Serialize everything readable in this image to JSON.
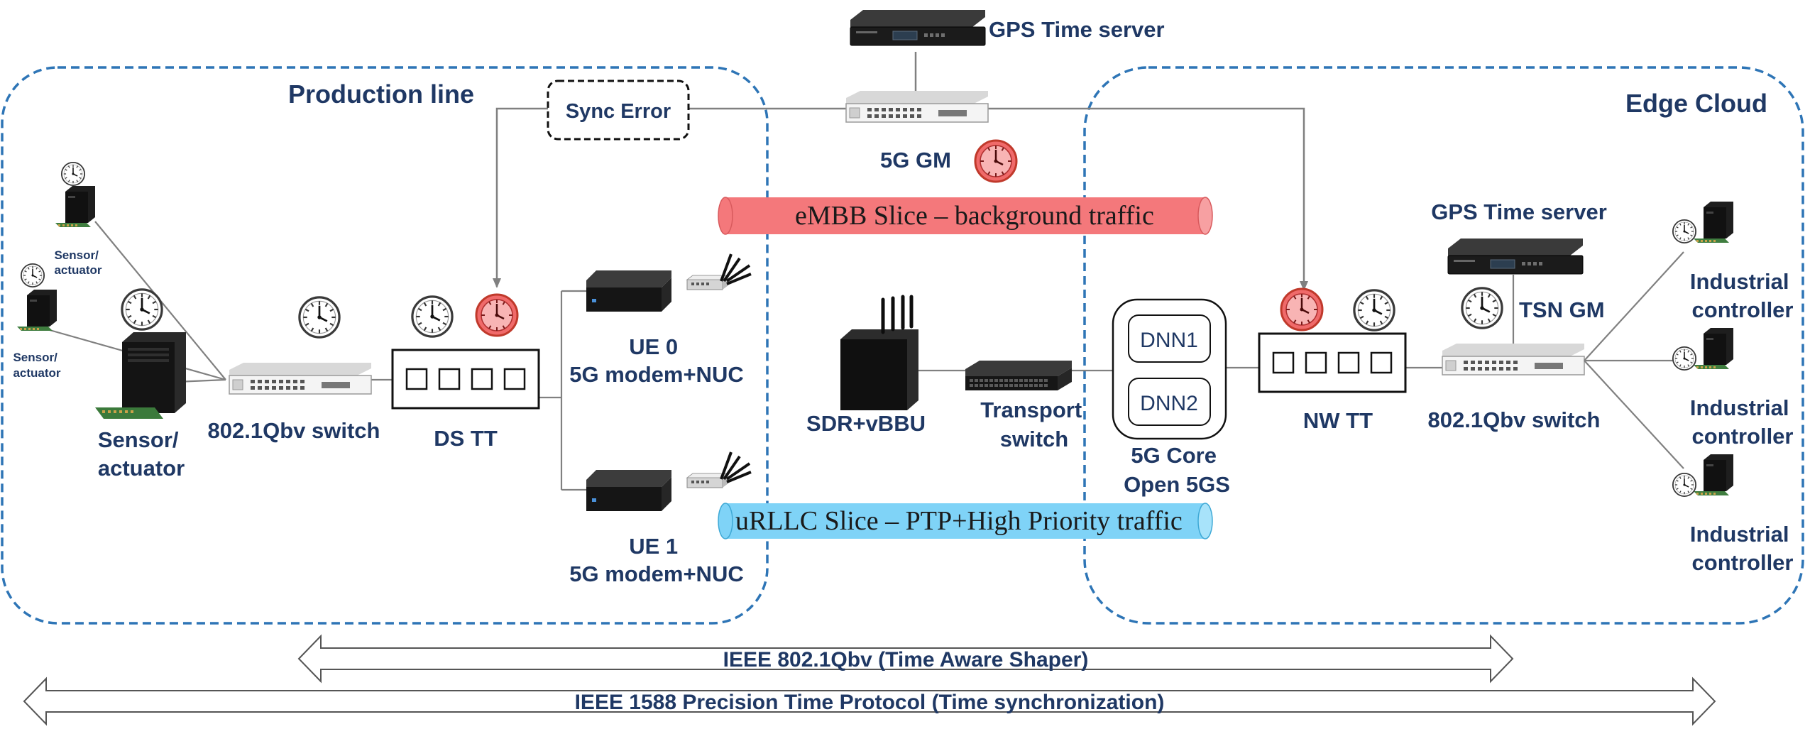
{
  "zones": {
    "production_line": "Production line",
    "edge_cloud": "Edge Cloud"
  },
  "sync_error": "Sync Error",
  "gps_server_top": "GPS Time server",
  "gps_server_right": "GPS Time server",
  "gm_5g": "5G GM",
  "tsn_gm": "TSN GM",
  "slices": {
    "embb": "eMBB Slice – background traffic",
    "urllc": "uRLLC Slice – PTP+High Priority traffic"
  },
  "production": {
    "sensor_small_1": [
      "Sensor/",
      "actuator"
    ],
    "sensor_small_2": [
      "Sensor/",
      "actuator"
    ],
    "sensor_large": [
      "Sensor/",
      "actuator"
    ],
    "switch": "802.1Qbv switch",
    "ds_tt": "DS TT",
    "ue0": [
      "UE 0",
      "5G modem+NUC"
    ],
    "ue1": [
      "UE 1",
      "5G modem+NUC"
    ]
  },
  "core": {
    "sdr": "SDR+vBBU",
    "transport": [
      "Transport",
      "switch"
    ],
    "dnn1": "DNN1",
    "dnn2": "DNN2",
    "core_label": [
      "5G Core",
      "Open 5GS"
    ]
  },
  "edge": {
    "nw_tt": "NW TT",
    "switch": "802.1Qbv switch",
    "controllers": [
      [
        "Industrial",
        "controller"
      ],
      [
        "Industrial",
        "controller"
      ],
      [
        "Industrial",
        "controller"
      ]
    ]
  },
  "protocols": {
    "qbv": "IEEE 802.1Qbv (Time Aware Shaper)",
    "ptp": "IEEE 1588 Precision Time Protocol (Time synchronization)"
  },
  "colors": {
    "zone_border": "#2e75b6",
    "label": "#1f3864",
    "embb": "#f4787b",
    "urllc": "#7fd3f7",
    "clock_red": "#f06a6a"
  }
}
